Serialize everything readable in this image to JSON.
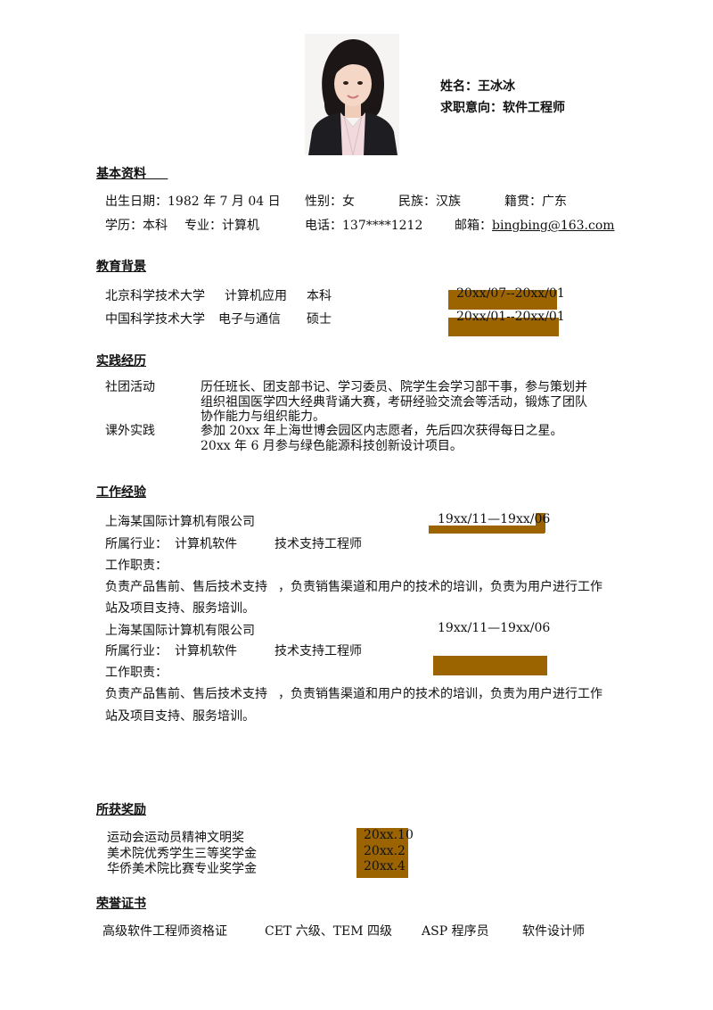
{
  "header": {
    "name_line": "姓名：王冰冰",
    "intent_line": "求职意向：软件工程师"
  },
  "basic": {
    "title": "基本资料",
    "birth": "出生日期：1982 年 7 月 04 日",
    "gender": "性别：女",
    "ethnicity": "民族：汉族",
    "hometown": "籍贯：广东",
    "degree": "学历：本科",
    "major": "专业：计算机",
    "phone": "电话：137****1212",
    "email_label": "邮箱：",
    "email": "bingbing@163.com"
  },
  "education": {
    "title": "教育背景",
    "rows": [
      {
        "school": "北京科学技术大学",
        "major": "计算机应用",
        "degree": "本科",
        "period": "20xx/07--20xx/01"
      },
      {
        "school": "中国科学技术大学",
        "major": "电子与通信",
        "degree": "硕士",
        "period": "20xx/01--20xx/01"
      }
    ]
  },
  "practice": {
    "title": "实践经历",
    "items": [
      {
        "label": "社团活动",
        "lines": [
          "历任班长、团支部书记、学习委员、院学生会学习部干事，参与策划并",
          "组织祖国医学四大经典背诵大赛，考研经验交流会等活动，锻炼了团队",
          "协作能力与组织能力。"
        ]
      },
      {
        "label": "课外实践",
        "lines": [
          "参加 20xx 年上海世博会园区内志愿者，先后四次获得每日之星。",
          "20xx 年 6 月参与绿色能源科技创新设计项目。"
        ]
      }
    ]
  },
  "work": {
    "title": "工作经验",
    "jobs": [
      {
        "company": "上海某国际计算机有限公司",
        "period": "19xx/11—19xx/06",
        "industry_label": "所属行业：",
        "industry": "计算机软件",
        "position": "技术支持工程师",
        "duty_label": "工作职责：",
        "duty_line1a": "负责产品售前、售后技术支持",
        "duty_line1b": "，负责销售渠道和用户的技术的培训，负责为用户进行工作",
        "duty_line2": "站及项目支持、服务培训。"
      },
      {
        "company": "上海某国际计算机有限公司",
        "period": "19xx/11—19xx/06",
        "industry_label": "所属行业：",
        "industry": "计算机软件",
        "position": "技术支持工程师",
        "duty_label": "工作职责：",
        "duty_line1a": "负责产品售前、售后技术支持",
        "duty_line1b": "，负责销售渠道和用户的技术的培训，负责为用户进行工作",
        "duty_line2": "站及项目支持、服务培训。"
      }
    ]
  },
  "awards": {
    "title": "所获奖励",
    "items": [
      {
        "name": "运动会运动员精神文明奖",
        "date": "20xx.10"
      },
      {
        "name": "美术院优秀学生三等奖学金",
        "date": "20xx.2"
      },
      {
        "name": "华侨美术院比赛专业奖学金",
        "date": "20xx.4"
      }
    ]
  },
  "certs": {
    "title": "荣誉证书",
    "items": [
      "高级软件工程师资格证",
      "CET 六级、TEM 四级",
      "ASP 程序员",
      "软件设计师"
    ]
  },
  "colors": {
    "highlight": "#9b6400"
  }
}
